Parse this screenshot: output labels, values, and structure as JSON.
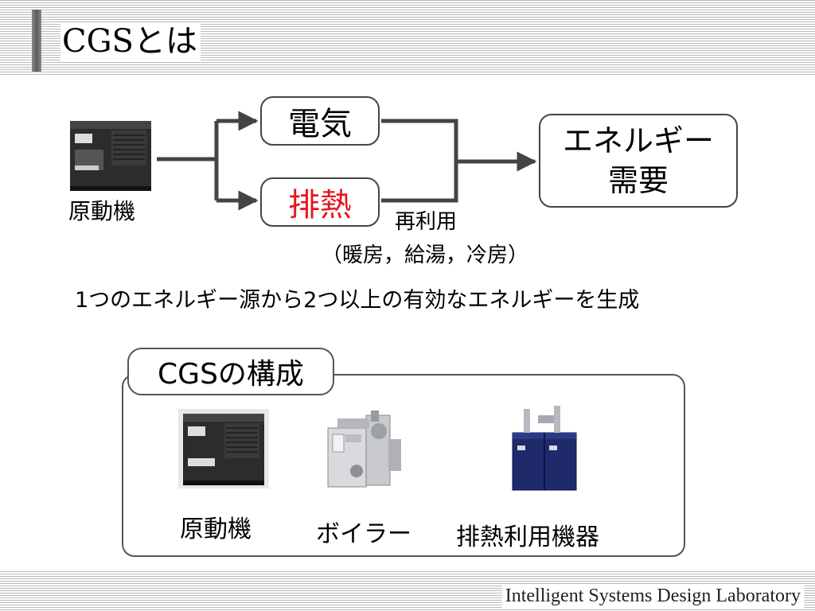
{
  "slide": {
    "title": "CGSとは",
    "footer": "Intelligent Systems Design Laboratory"
  },
  "diagram": {
    "source_label": "原動機",
    "outputs": {
      "electricity": "電気",
      "waste_heat": "排熱"
    },
    "reuse_label": "再利用",
    "reuse_examples": "（暖房，給湯，冷房）",
    "demand_line1": "エネルギー",
    "demand_line2": "需要"
  },
  "summary": "1つのエネルギー源から2つ以上の有効なエネルギーを生成",
  "components": {
    "title": "CGSの構成",
    "items": [
      {
        "label": "原動機",
        "icon": "generator-image"
      },
      {
        "label": "ボイラー",
        "icon": "boiler-image"
      },
      {
        "label": "排熱利用機器",
        "icon": "heat-recovery-unit-image"
      }
    ]
  },
  "colors": {
    "waste_heat": "#e8141e",
    "stripe": "#b9b9b9"
  }
}
